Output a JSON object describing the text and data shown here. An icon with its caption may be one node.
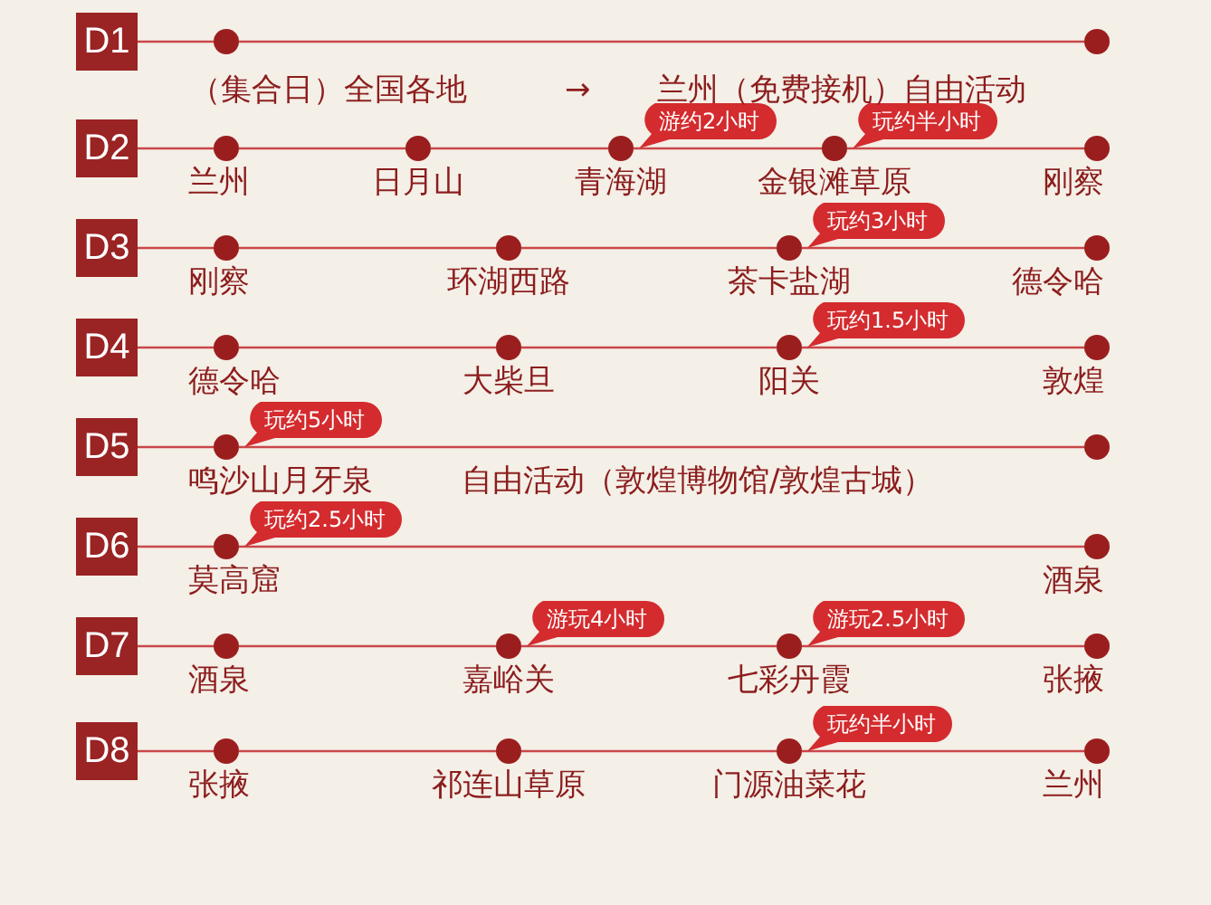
{
  "diagram": {
    "nodes": [
      {
        "text": [
          "D1"
        ]
      },
      {
        "text": [],
        "shape": "circle"
      },
      {
        "text": [],
        "shape": "circle"
      },
      {
        "text": [
          "D2"
        ]
      },
      {
        "text": [],
        "shape": "circle",
        "beside": [
          "兰州"
        ]
      },
      {
        "text": [],
        "shape": "circle",
        "beside": [
          "日月山"
        ]
      },
      {
        "text": [],
        "shape": "circle",
        "beside": [
          "青海湖"
        ]
      },
      {
        "text": [
          "游约2小时"
        ]
      },
      {
        "text": [],
        "shape": "circle",
        "beside": [
          "金银滩草原"
        ]
      },
      {
        "text": [
          "玩约半小时"
        ]
      },
      {
        "text": [],
        "shape": "circle",
        "beside": [
          "刚察"
        ]
      },
      {
        "text": [
          "D3"
        ]
      },
      {
        "text": [],
        "shape": "circle",
        "beside": [
          "刚察"
        ]
      },
      {
        "text": [],
        "shape": "circle",
        "beside": [
          "环湖西路"
        ]
      },
      {
        "text": [],
        "shape": "circle",
        "beside": [
          "茶卡盐湖"
        ]
      },
      {
        "text": [
          "玩约3小时"
        ]
      },
      {
        "text": [],
        "shape": "circle",
        "beside": [
          "德令哈"
        ]
      },
      {
        "text": [
          "D4"
        ]
      },
      {
        "text": [],
        "shape": "circle",
        "beside": [
          "德令哈"
        ]
      },
      {
        "text": [],
        "shape": "circle",
        "beside": [
          "大柴旦"
        ]
      },
      {
        "text": [],
        "shape": "circle",
        "beside": [
          "阳关"
        ]
      },
      {
        "text": [
          "玩约1.5小时"
        ]
      },
      {
        "text": [],
        "shape": "circle",
        "beside": [
          "敦煌"
        ]
      },
      {
        "text": [
          "D5"
        ]
      },
      {
        "text": [],
        "shape": "circle",
        "beside": [
          "鸣沙山月牙泉"
        ]
      },
      {
        "text": [
          "玩约5小时"
        ]
      },
      {
        "text": [],
        "shape": "circle"
      },
      {
        "text": [
          "D6"
        ]
      },
      {
        "text": [],
        "shape": "circle",
        "beside": [
          "莫高窟"
        ]
      },
      {
        "text": [
          "玩约2.5小时"
        ]
      },
      {
        "text": [],
        "shape": "circle",
        "beside": [
          "酒泉"
        ]
      },
      {
        "text": [
          "D7"
        ]
      },
      {
        "text": [],
        "shape": "circle",
        "beside": [
          "酒泉"
        ]
      },
      {
        "text": [],
        "shape": "circle",
        "beside": [
          "嘉峪关"
        ]
      },
      {
        "text": [
          "游玩4小时"
        ]
      },
      {
        "text": [],
        "shape": "circle",
        "beside": [
          "七彩丹霞"
        ]
      },
      {
        "text": [
          "游玩2.5小时"
        ]
      },
      {
        "text": [],
        "shape": "circle",
        "beside": [
          "张掖"
        ]
      },
      {
        "text": [
          "D8"
        ]
      },
      {
        "text": [],
        "shape": "circle",
        "beside": [
          "张掖"
        ]
      },
      {
        "text": [],
        "shape": "circle",
        "beside": [
          "祁连山草原"
        ]
      },
      {
        "text": [],
        "shape": "circle",
        "beside": [
          "门源油菜花"
        ]
      },
      {
        "text": [
          "玩约半小时"
        ]
      },
      {
        "text": [],
        "shape": "circle",
        "beside": [
          "兰州"
        ]
      }
    ],
    "edges": [
      {
        "from": 0,
        "to": 1,
        "arrow": "none"
      },
      {
        "from": 1,
        "to": 2,
        "arrow": "none"
      },
      {
        "from": 3,
        "to": 4,
        "arrow": "none"
      },
      {
        "from": 4,
        "to": 5,
        "arrow": "none"
      },
      {
        "from": 5,
        "to": 6,
        "arrow": "none"
      },
      {
        "from": 6,
        "to": 8,
        "arrow": "none"
      },
      {
        "from": 8,
        "to": 10,
        "arrow": "none"
      },
      {
        "from": 11,
        "to": 12,
        "arrow": "none"
      },
      {
        "from": 12,
        "to": 13,
        "arrow": "none"
      },
      {
        "from": 13,
        "to": 14,
        "arrow": "none"
      },
      {
        "from": 14,
        "to": 16,
        "arrow": "none"
      },
      {
        "from": 17,
        "to": 18,
        "arrow": "none"
      },
      {
        "from": 18,
        "to": 19,
        "arrow": "none"
      },
      {
        "from": 19,
        "to": 20,
        "arrow": "none"
      },
      {
        "from": 20,
        "to": 22,
        "arrow": "none"
      },
      {
        "from": 23,
        "to": 24,
        "arrow": "none"
      },
      {
        "from": 24,
        "to": 26,
        "arrow": "none"
      },
      {
        "from": 27,
        "to": 28,
        "arrow": "none"
      },
      {
        "from": 28,
        "to": 30,
        "arrow": "none"
      },
      {
        "from": 31,
        "to": 32,
        "arrow": "none"
      },
      {
        "from": 32,
        "to": 33,
        "arrow": "none"
      },
      {
        "from": 33,
        "to": 35,
        "arrow": "none"
      },
      {
        "from": 35,
        "to": 37,
        "arrow": "none"
      },
      {
        "from": 38,
        "to": 39,
        "arrow": "none"
      },
      {
        "from": 39,
        "to": 40,
        "arrow": "none"
      },
      {
        "from": 40,
        "to": 41,
        "arrow": "none"
      },
      {
        "from": 41,
        "to": 43,
        "arrow": "none"
      }
    ],
    "labels": [
      "（集合日）全国各地",
      "→",
      "兰州（免费接机）自由活动",
      "自由活动（敦煌博物馆/敦煌古城）"
    ]
  }
}
